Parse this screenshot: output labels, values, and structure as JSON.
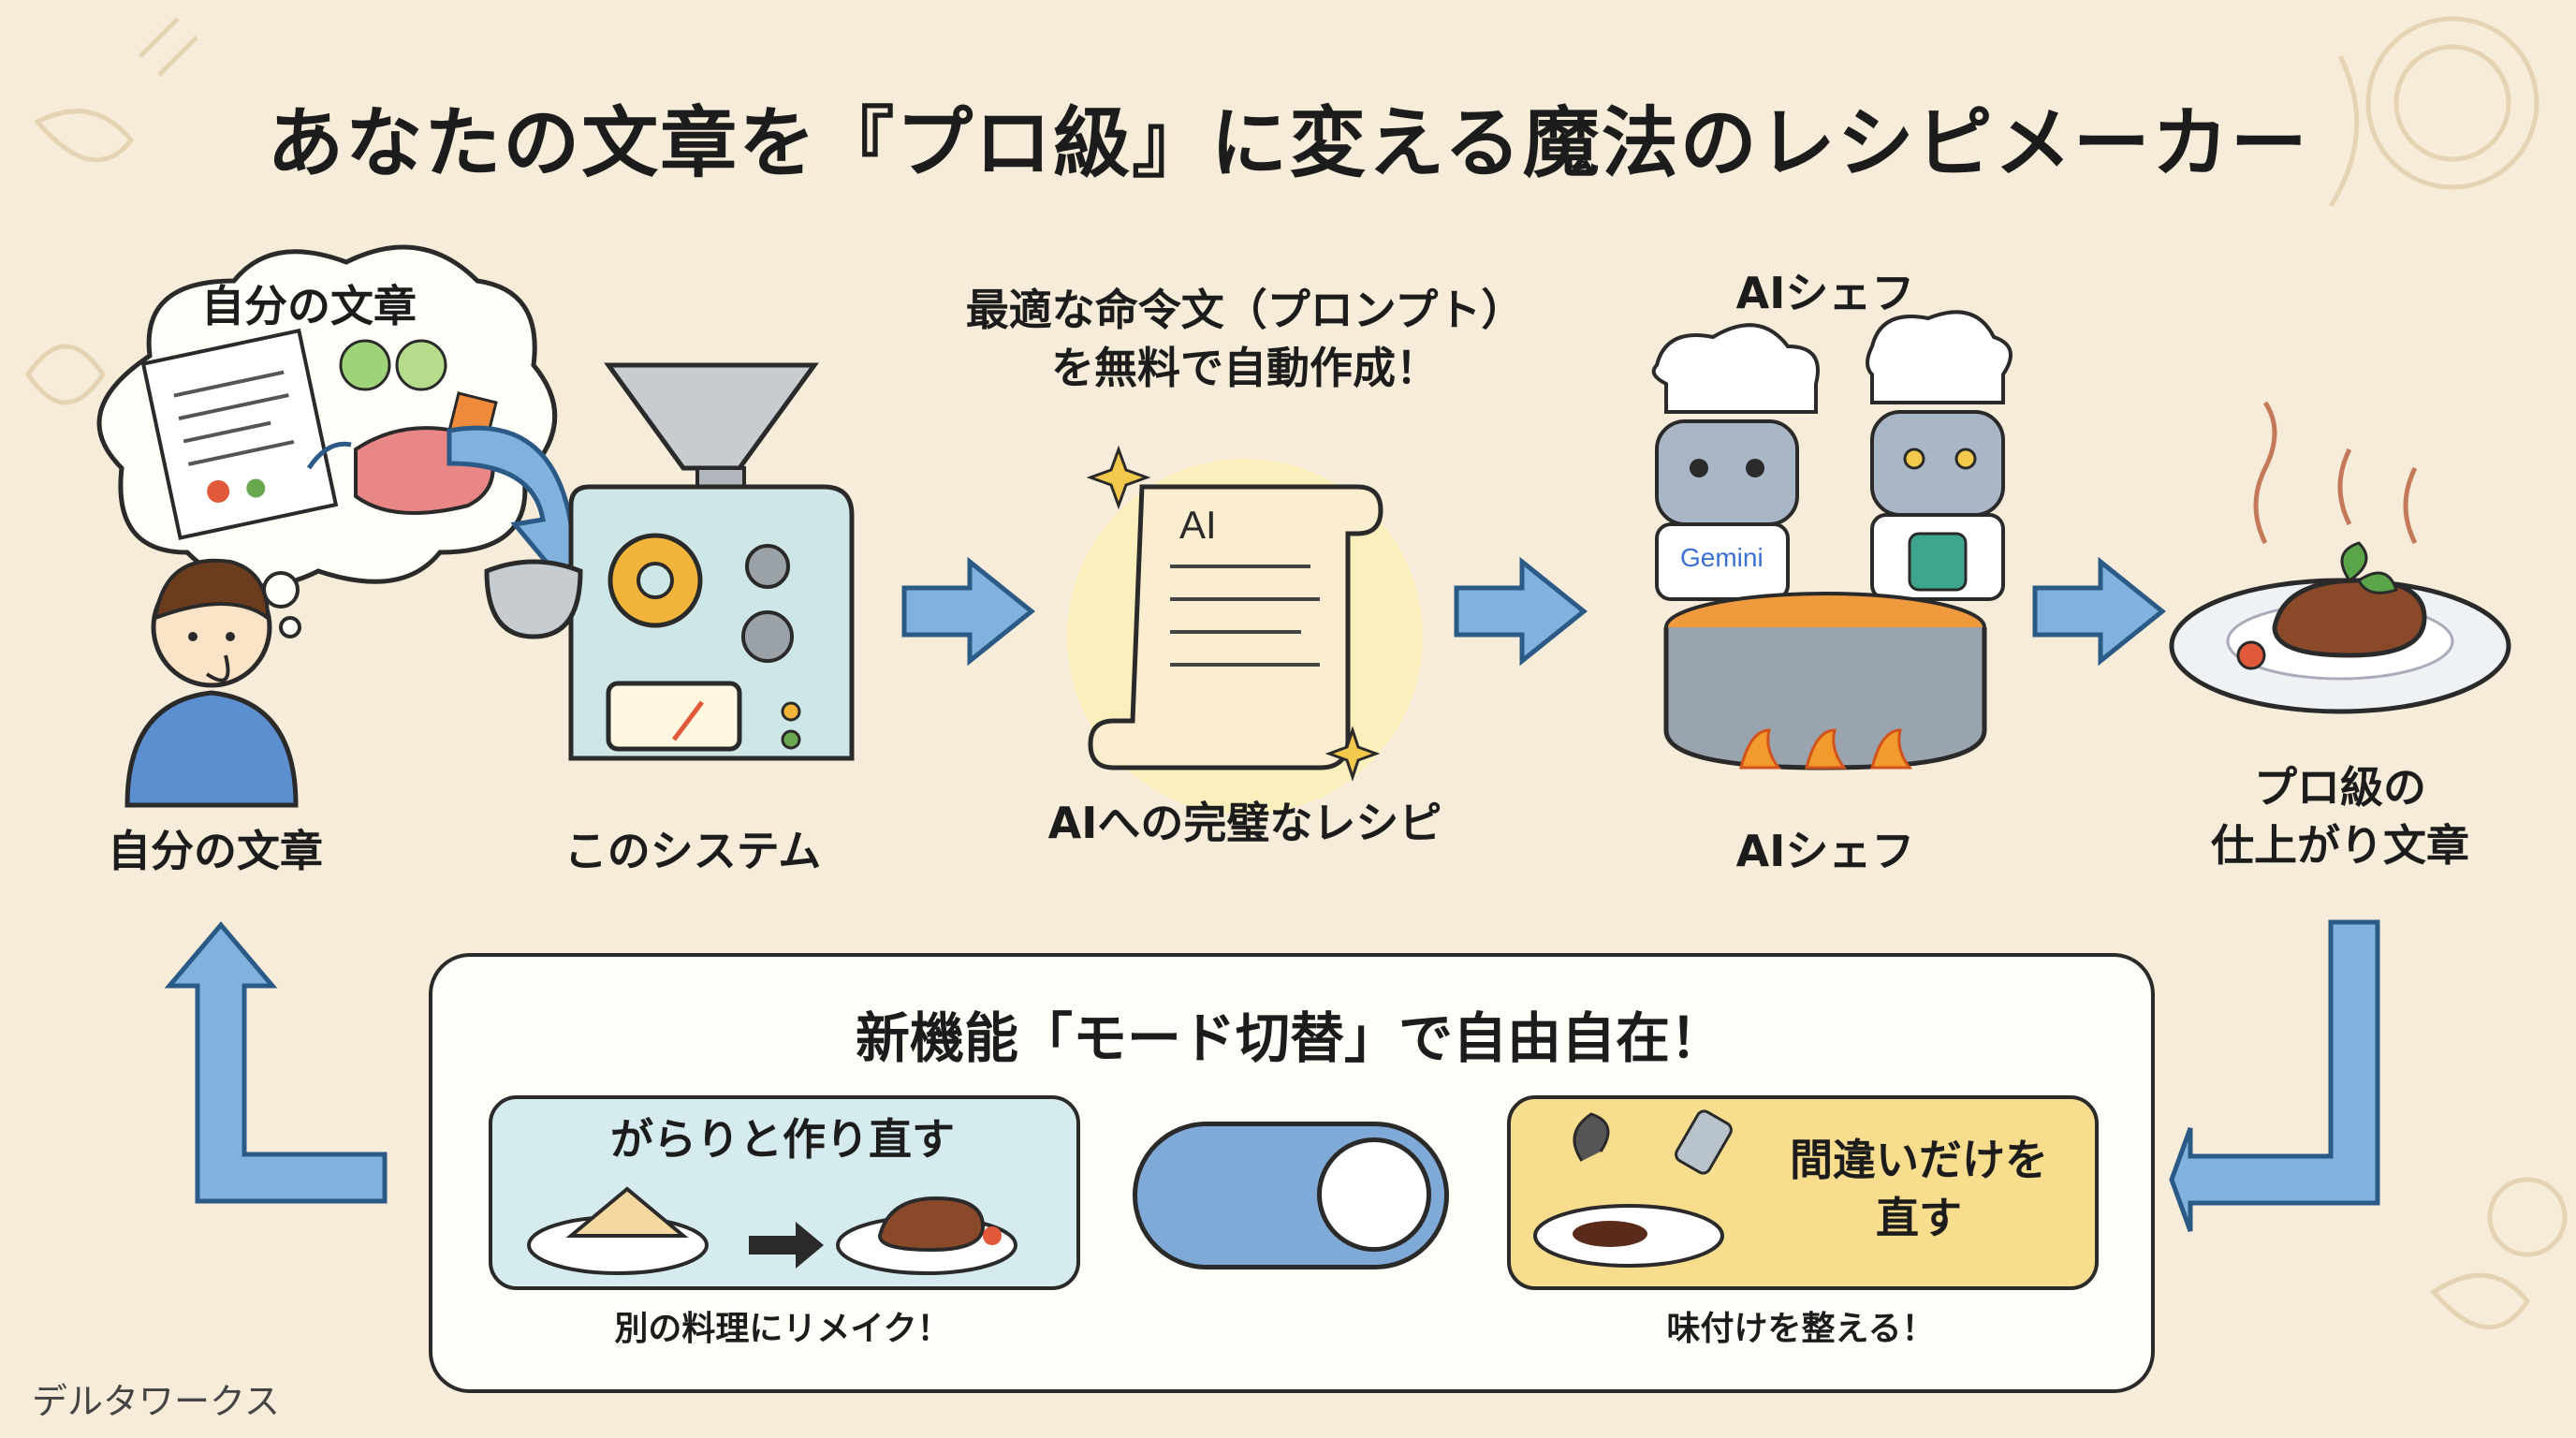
{
  "title": "あなたの文章を『プロ級』に変える魔法のレシピメーカー",
  "thought_bubble_text": "自分の文章",
  "steps": [
    {
      "label": "自分の文章"
    },
    {
      "label": "このシステム"
    },
    {
      "caption_top": "最適な命令文（プロンプト）\nを無料で自動作成！",
      "label": "AIへの完璧なレシピ",
      "scroll_text": "AI"
    },
    {
      "caption_top": "AIシェフ",
      "label": "AIシェフ",
      "robot_badge": "Gemini"
    },
    {
      "label": "プロ級の\n仕上がり文章"
    }
  ],
  "mode_panel": {
    "title": "新機能「モード切替」で自由自在！",
    "left_mode": {
      "title": "がらりと作り直す",
      "caption": "別の料理にリメイク！"
    },
    "right_mode": {
      "title": "間違いだけを\n直す",
      "caption": "味付けを整える！"
    }
  },
  "footer": "デルタワークス",
  "colors": {
    "background": "#f6ecd9",
    "arrow_fill": "#7fb2dc",
    "arrow_stroke": "#2c5a86",
    "machine": "#cfe6e6",
    "gear": "#f2b53a",
    "left_mode_bg": "#d6ebee",
    "right_mode_bg": "#f8dd8e",
    "toggle": "#7fa9d6"
  }
}
